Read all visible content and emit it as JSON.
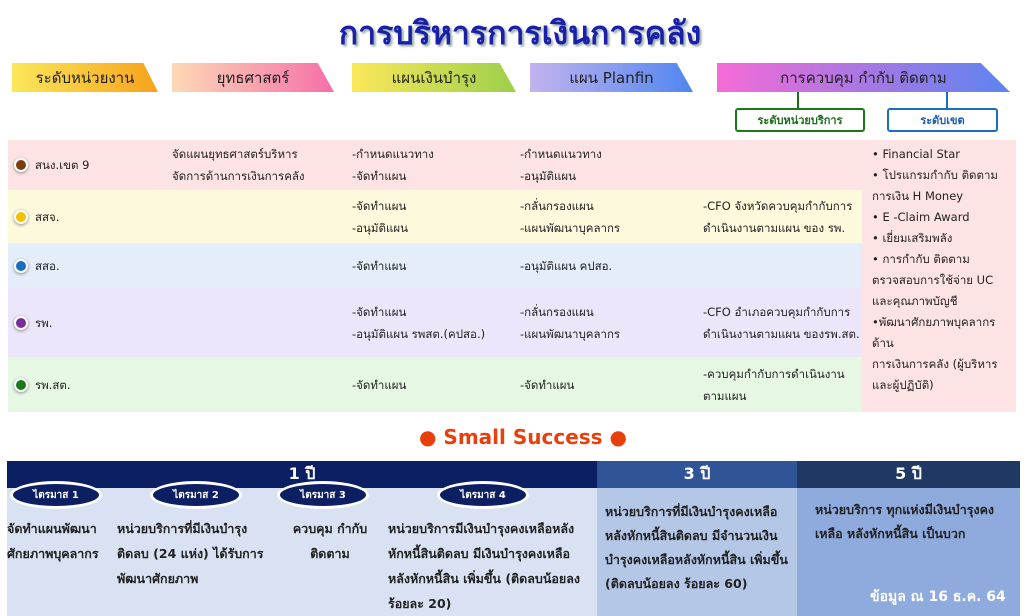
{
  "title": "การบริหารการเงินการคลัง",
  "headers": [
    "ระดับหน่วยงาน",
    "ยุทธศาสตร์",
    "แผนเงินบำรุง",
    "แผน Planfin",
    "การควบคุม กำกับ  ติดตาม"
  ],
  "sub_headers": {
    "service": "ระดับหน่วยบริการ",
    "region": "ระดับเขต"
  },
  "rows": [
    {
      "level": "สนง.เขต 9",
      "dot": "#7a3b10",
      "bg": "#fde3e3",
      "strategy": [
        "จัดแผนยุทธศาสตร์บริหาร",
        "จัดการด้านการเงินการคลัง"
      ],
      "plan": [
        "-กำหนดแนวทาง",
        "-จัดทำแผน"
      ],
      "planfin": [
        "-กำหนดแนวทาง",
        "-อนุมัติแผน"
      ],
      "control": []
    },
    {
      "level": "สสจ.",
      "dot": "#f2c200",
      "bg": "#fdf9dc",
      "strategy": [],
      "plan": [
        "-จัดทำแผน",
        "-อนุมัติแผน"
      ],
      "planfin": [
        "-กลั่นกรองแผน",
        "-แผนพัฒนาบุคลากร"
      ],
      "control": [
        "-CFO จังหวัดควบคุมกำกับการ",
        "ดำเนินงานตามแผน ของ รพ."
      ]
    },
    {
      "level": "สสอ.",
      "dot": "#1a6fc0",
      "bg": "#e3eefa",
      "strategy": [],
      "plan": [
        "-จัดทำแผน"
      ],
      "planfin": [
        "-อนุมัติแผน คปสอ."
      ],
      "control": []
    },
    {
      "level": "รพ.",
      "dot": "#7a2c9a",
      "bg": "#ece6fa",
      "strategy": [],
      "plan": [
        "-จัดทำแผน",
        "-อนุมัติแผน รพสต.(คปสอ.)"
      ],
      "planfin": [
        "-กลั่นกรองแผน",
        "-แผนพัฒนาบุคลากร"
      ],
      "control": [
        "-CFO อำเภอควบคุมกำกับการ",
        "ดำเนินงานตามแผน ของรพ.สต."
      ]
    },
    {
      "level": "รพ.สต.",
      "dot": "#1a7a1a",
      "bg": "#e6f7e4",
      "strategy": [],
      "plan": [
        "-จัดทำแผน"
      ],
      "planfin": [
        "-จัดทำแผน"
      ],
      "control": [
        "-ควบคุมกำกับการดำเนินงาน",
        "ตามแผน"
      ]
    }
  ],
  "region_items": [
    "• Financial Star",
    "• โปรแกรมกำกับ ติดตาม",
    "การเงิน H Money",
    "• E -Claim Award",
    "• เยี่ยมเสริมพลัง",
    "• การกำกับ ติดตาม",
    "ตรวจสอบการใช้จ่าย UC",
    "และคุณภาพบัญชี",
    "•พัฒนาศักยภาพบุคลากรด้าน",
    "การเงินการคลัง (ผู้บริหาร",
    "และผู้ปฏิบัติ)"
  ],
  "small_success": "● Small Success ●",
  "year1": {
    "label": "1 ปี",
    "quarters": [
      {
        "label": "ไตรมาส 1",
        "text": "จัดทำแผนพัฒนาศักยภาพบุคลากร"
      },
      {
        "label": "ไตรมาส 2",
        "text": "หน่วยบริการที่มีเงินบำรุงติดลบ (24 แห่ง) ได้รับการพัฒนาศักยภาพ"
      },
      {
        "label": "ไตรมาส 3",
        "text": "ควบคุม กำกับ ติดตาม"
      },
      {
        "label": "ไตรมาส 4",
        "text": "หน่วยบริการมีเงินบำรุงคงเหลือหลังหักหนี้สินติดลบ มีเงินบำรุงคงเหลือหลังหักหนี้สิน เพิ่มขึ้น (ติดลบน้อยลง ร้อยละ 20)"
      }
    ]
  },
  "year3": {
    "label": "3 ปี",
    "text": "หน่วยบริการที่มีเงินบำรุงคงเหลือหลังหักหนี้สินติดลบ มีจำนวนเงินบำรุงคงเหลือหลังหักหนี้สิน เพิ่มขึ้น (ติดลบน้อยลง ร้อยละ 60)"
  },
  "year5": {
    "label": "5 ปี",
    "text": "หน่วยบริการ ทุกแห่งมีเงินบำรุงคงเหลือ หลังหักหนี้สิน เป็นบวก"
  },
  "data_note": "ข้อมูล ณ 16 ธ.ค. 64"
}
